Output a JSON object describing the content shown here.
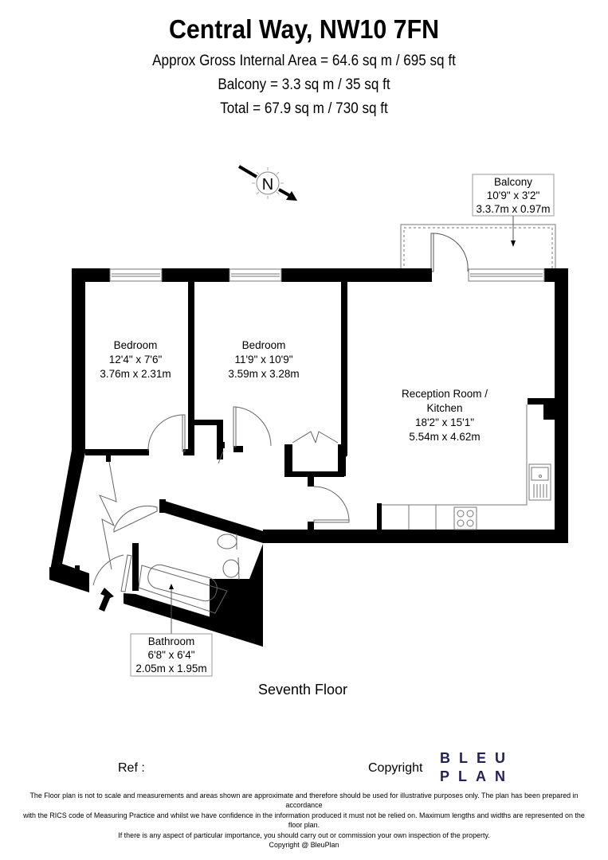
{
  "header": {
    "title": "Central Way, NW10 7FN",
    "gross_internal_area": "Approx Gross Internal Area = 64.6 sq m / 695 sq ft",
    "balcony_area": "Balcony = 3.3 sq m / 35 sq ft",
    "total_area": "Total = 67.9 sq m / 730 sq ft"
  },
  "compass": {
    "label": "N",
    "icon": "compass-north-icon"
  },
  "rooms": [
    {
      "name": "Bedroom",
      "imperial": "12'4\" x 7'6\"",
      "metric": "3.76m x 2.31m"
    },
    {
      "name": "Bedroom",
      "imperial": "11'9\" x 10'9\"",
      "metric": "3.59m x 3.28m"
    },
    {
      "name": "Reception Room /",
      "name2": "Kitchen",
      "imperial": "18'2\" x 15'1\"",
      "metric": "5.54m x 4.62m"
    },
    {
      "name": "Balcony",
      "imperial": "10'9\" x 3'2\"",
      "metric": "3.3.7m x 0.97m"
    },
    {
      "name": "Bathroom",
      "imperial": "6'8\" x 6'4\"",
      "metric": "2.05m x 1.95m"
    }
  ],
  "floor_label": "Seventh Floor",
  "footer": {
    "ref_label": "Ref  :",
    "copyright_label": "Copyright",
    "logo_line1": "BLEU",
    "logo_line2": "PLAN",
    "logo_color": "#23205a",
    "disclaimer": [
      "The Floor plan is not to scale and measurements and areas shown are approximate and therefore should be used for illustrative purposes only. The plan has been prepared in accordance",
      "with the RICS code of Measuring Practice and whilst we have confidence in the information produced it must not be relied on. Maximum lengths and widths are represented on the floor plan.",
      "If there is any aspect of particular importance, you should carry out or commission your own inspection of the property.",
      "Copyright @ BleuPlan"
    ]
  }
}
